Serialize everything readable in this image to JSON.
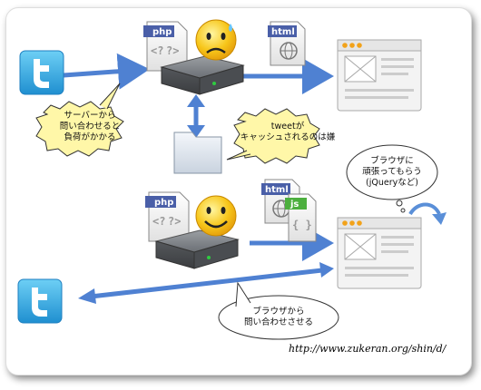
{
  "top": {
    "server_file_label": "php",
    "server_file_code": "<?",
    "server_file_code2": "?>",
    "html_file_label": "html",
    "bubble_load_lines": [
      "サーバーから",
      "問い合わせると",
      "負荷がかかる"
    ],
    "bubble_cache_lines": [
      "tweetが",
      "キャッシュされるのは嫌"
    ]
  },
  "bottom": {
    "server_file_label": "php",
    "server_file_code": "<?",
    "server_file_code2": "?>",
    "html_file_label": "html",
    "js_file_label": "js",
    "js_file_code": "{ }",
    "bubble_browser_lines": [
      "ブラウザに",
      "頑張ってもらう",
      "(jQueryなど)"
    ],
    "bubble_query_lines": [
      "ブラウザから",
      "問い合わせさせる"
    ]
  },
  "footer": {
    "url": "http://www.zukeran.org/shin/d/"
  },
  "colors": {
    "arrow": "#4f81d2",
    "twitter": "#3aa7e0",
    "server": "#6b6e72"
  }
}
